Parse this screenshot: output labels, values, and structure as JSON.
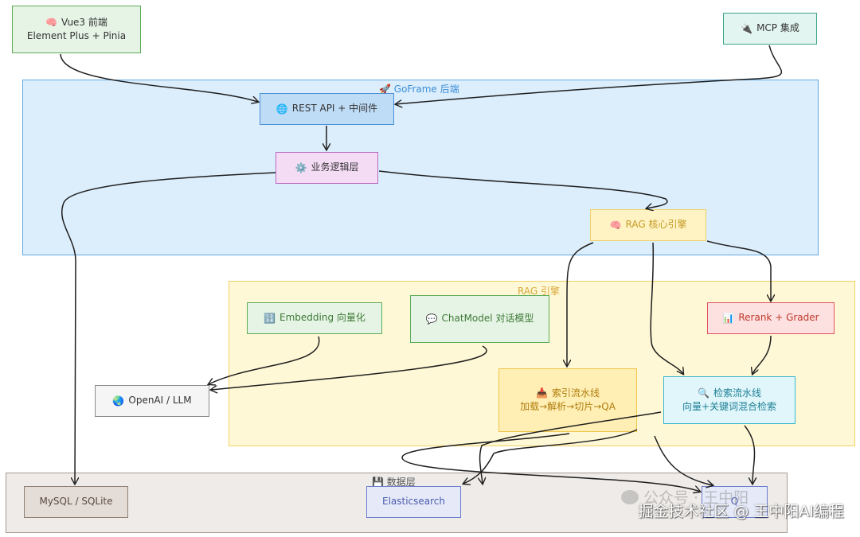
{
  "colors": {
    "backend_fill": "#dceefc",
    "backend_border": "#64a8e0",
    "rag_fill": "#fff8d6",
    "rag_border": "#f2d164",
    "data_fill": "#eeebe8",
    "data_border": "#a79b92"
  },
  "groups": {
    "backend": {
      "icon": "rocket-icon",
      "glyph": "🚀",
      "label": "GoFrame 后端"
    },
    "rag": {
      "label": "RAG 引擎"
    },
    "data": {
      "icon": "floppy-disk-icon",
      "glyph": "💾",
      "label": "数据层"
    }
  },
  "nodes": {
    "frontend": {
      "icon": "brain-icon",
      "glyph": "🧠",
      "line1": "Vue3 前端",
      "line2": "Element Plus + Pinia"
    },
    "mcp": {
      "icon": "plug-icon",
      "glyph": "🔌",
      "label": "MCP 集成"
    },
    "rest": {
      "icon": "globe-icon",
      "glyph": "🌐",
      "label": "REST API + 中间件"
    },
    "logic": {
      "icon": "gear-icon",
      "glyph": "⚙️",
      "label": "业务逻辑层"
    },
    "rag_core": {
      "icon": "brain-icon",
      "glyph": "🧠",
      "label": "RAG 核心引擎"
    },
    "embedding": {
      "icon": "numbers-icon",
      "glyph": "🔢",
      "label": "Embedding 向量化"
    },
    "chatmodel": {
      "icon": "speech-bubble-icon",
      "glyph": "💬",
      "label": "ChatModel 对话模型"
    },
    "rerank": {
      "icon": "bar-chart-icon",
      "glyph": "📊",
      "label": "Rerank + Grader"
    },
    "openai": {
      "icon": "earth-icon",
      "glyph": "🌏",
      "label": "OpenAI / LLM"
    },
    "index": {
      "icon": "inbox-icon",
      "glyph": "📥",
      "line1": "索引流水线",
      "line2": "加载→解析→切片→QA"
    },
    "retrieval": {
      "icon": "magnifier-icon",
      "glyph": "🔍",
      "line1": "检索流水线",
      "line2": "向量+关键词混合检索"
    },
    "mysql": {
      "label": "MySQL / SQLite"
    },
    "elastic": {
      "label": "Elasticsearch"
    },
    "qdrant": {
      "label": "Q"
    }
  },
  "watermark": {
    "wechat": "公众号 · 王中阳",
    "site": "掘金技术社区 @ 王中阳AI编程"
  }
}
